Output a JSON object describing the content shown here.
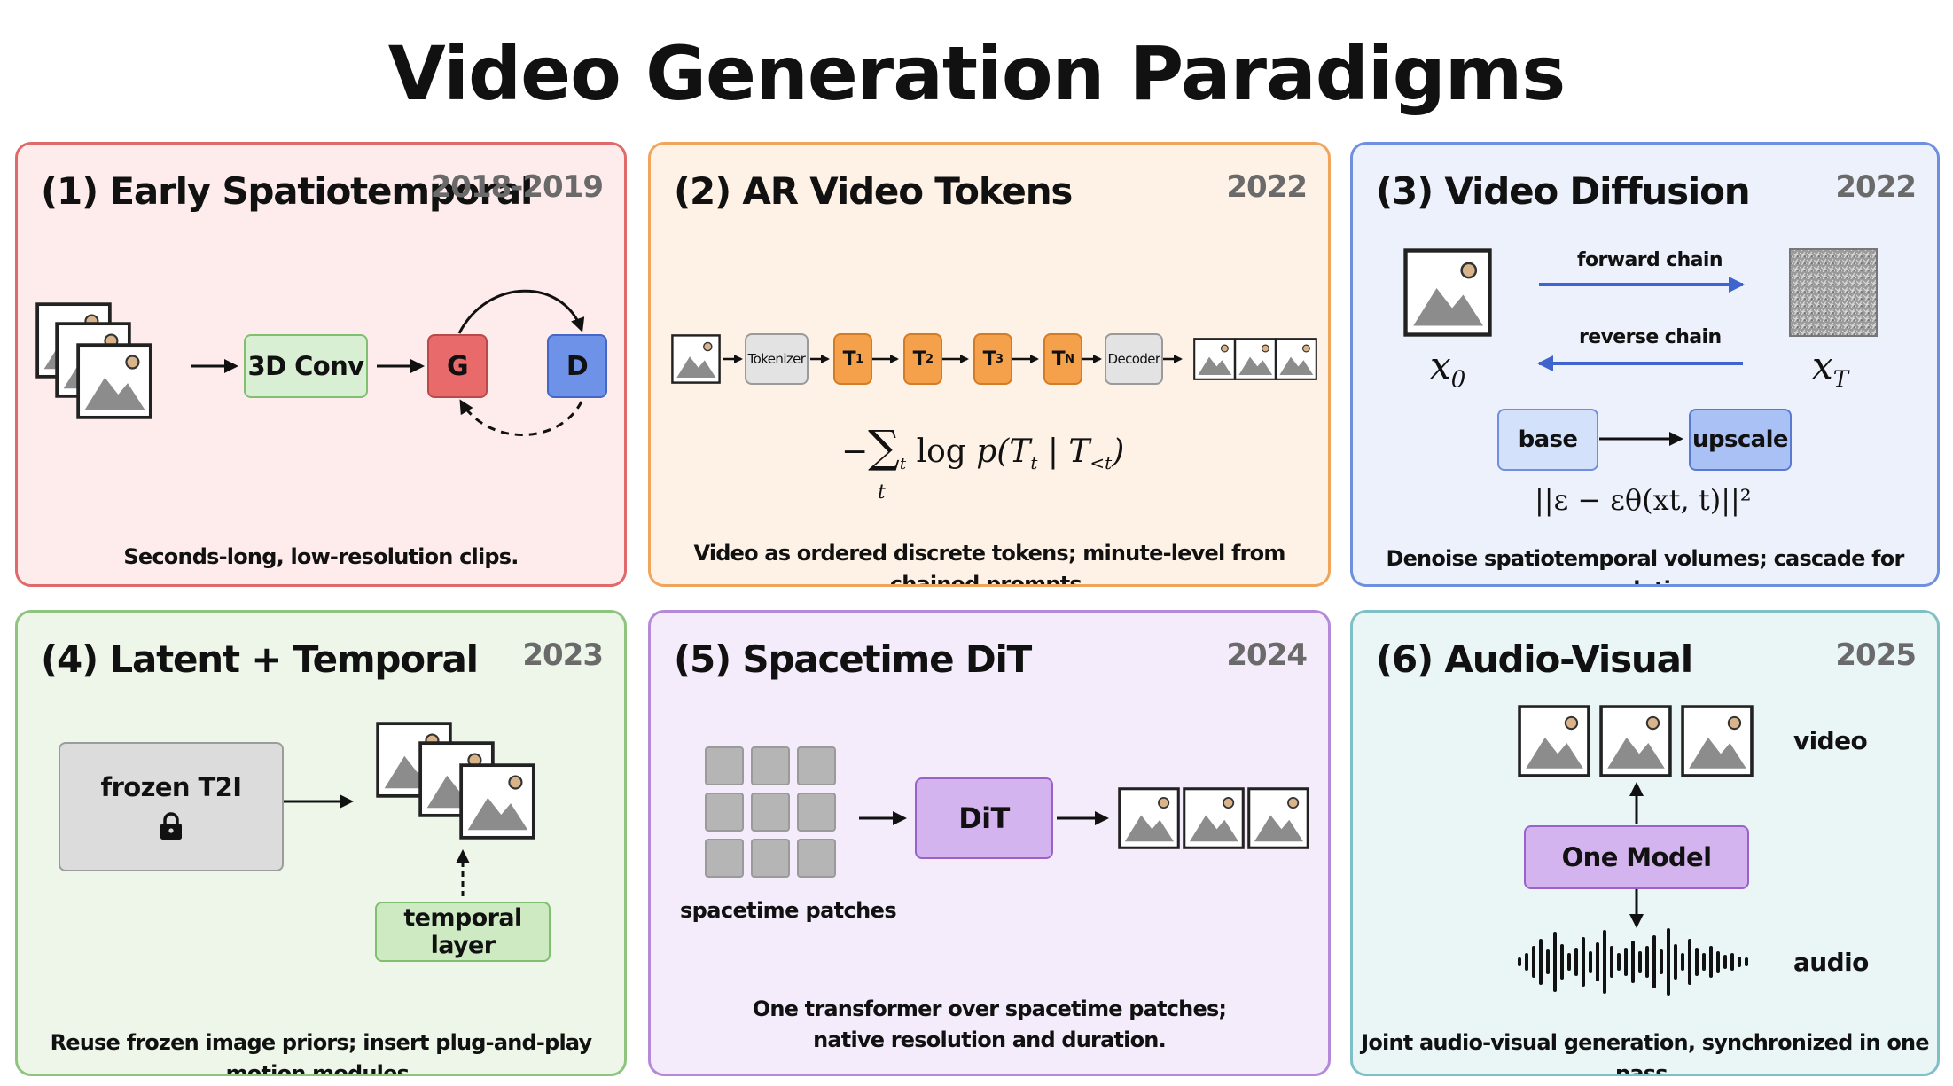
{
  "title": "Video Generation Paradigms",
  "panels": {
    "p1": {
      "title": "(1) Early Spatiotemporal",
      "year": "2018-2019",
      "conv_label": "3D Conv",
      "g_label": "G",
      "d_label": "D",
      "caption": "Seconds-long, low-resolution clips."
    },
    "p2": {
      "title": "(2) AR Video Tokens",
      "year": "2022",
      "tokenizer": "Tokenizer",
      "tokens": [
        "T",
        "T",
        "T",
        "T"
      ],
      "token_subs": [
        "1",
        "2",
        "3",
        "N"
      ],
      "decoder": "Decoder",
      "formula": "−∑ log p(T | T )",
      "caption": "Video as ordered discrete tokens; minute-level from chained prompts."
    },
    "p3": {
      "title": "(3) Video Diffusion",
      "year": "2022",
      "forward": "forward chain",
      "reverse": "reverse chain",
      "x0": "x",
      "x0_sub": "0",
      "xT": "x",
      "xT_sub": "T",
      "base": "base",
      "upscale": "upscale",
      "formula": "||ε − εθ(xt, t)||²",
      "caption": "Denoise spatiotemporal volumes; cascade for resolution."
    },
    "p4": {
      "title": "(4) Latent + Temporal",
      "year": "2023",
      "frozen": "frozen T2I",
      "temporal": "temporal layer",
      "caption": "Reuse frozen image priors; insert plug-and-play motion modules."
    },
    "p5": {
      "title": "(5) Spacetime DiT",
      "year": "2024",
      "dit": "DiT",
      "patches": "spacetime patches",
      "caption1": "One transformer over spacetime patches;",
      "caption2": "native resolution and duration."
    },
    "p6": {
      "title": "(6) Audio-Visual",
      "year": "2025",
      "video": "video",
      "model": "One Model",
      "audio": "audio",
      "caption": "Joint audio-visual generation, synchronized in one pass."
    }
  },
  "colors": {
    "red": "#e06a6a",
    "orange": "#f0a55c",
    "blue": "#6f8fe0",
    "green": "#8fc47e",
    "purple": "#b48ad8",
    "teal": "#7fc0c6"
  },
  "icons": [
    "image-frame-icon",
    "lock-icon",
    "arrow-icon",
    "noise-icon",
    "waveform-icon"
  ]
}
